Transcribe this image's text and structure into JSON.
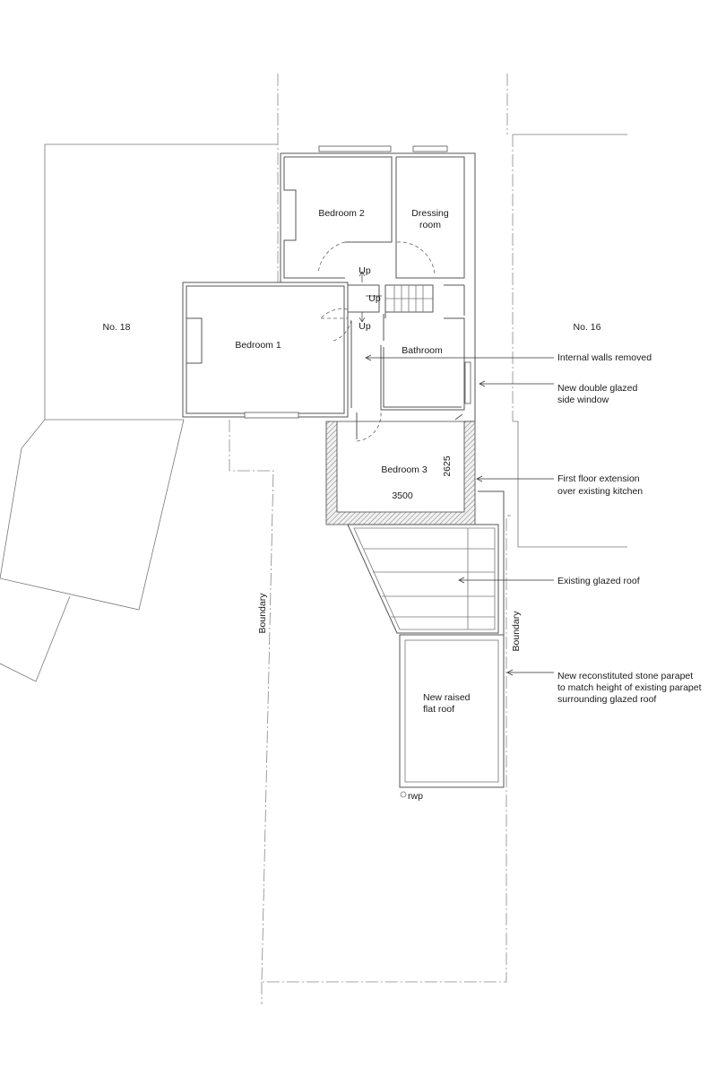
{
  "rooms": {
    "bedroom2": "Bedroom 2",
    "dressing_line1": "Dressing",
    "dressing_line2": "room",
    "bedroom1": "Bedroom 1",
    "bathroom": "Bathroom",
    "bedroom3": "Bedroom 3",
    "flat_roof_line1": "New raised",
    "flat_roof_line2": "flat roof"
  },
  "neighbours": {
    "left": "No. 18",
    "right": "No. 16"
  },
  "stairs": {
    "up_top": "Up",
    "up_mid": "Up",
    "up_bottom": "Up"
  },
  "dimensions": {
    "width": "3500",
    "depth": "2625"
  },
  "boundary": {
    "left": "Boundary",
    "right": "Boundary"
  },
  "rwp": "rwp",
  "annotations": {
    "internal_walls": "Internal walls removed",
    "side_window_line1": "New double glazed",
    "side_window_line2": "side window",
    "extension_line1": "First floor extension",
    "extension_line2": "over existing kitchen",
    "glazed_roof": "Existing glazed roof",
    "parapet_line1": "New reconstituted stone parapet",
    "parapet_line2": "to match height of existing parapet",
    "parapet_line3": "surrounding glazed roof"
  }
}
